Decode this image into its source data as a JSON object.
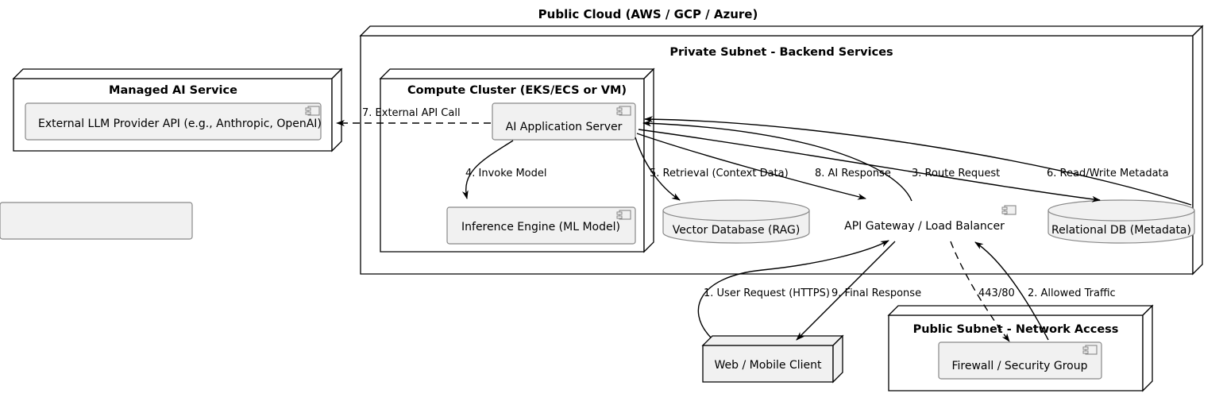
{
  "diagram": {
    "title": "Public Cloud (AWS / GCP / Azure)",
    "type": "uml-deployment-diagram"
  },
  "colors": {
    "node_fill": "#ffffff",
    "component_fill": "#f1f1f1",
    "component_border": "#888888",
    "line": "#000000",
    "db_fill": "#f1f1f1",
    "text": "#000000"
  },
  "nodes": [
    {
      "id": "managed-ai-service",
      "label": "Managed AI Service",
      "kind": "node-3d",
      "components": [
        {
          "id": "external-llm-provider-api",
          "label": "External LLM Provider API (e.g., Anthropic, OpenAI)",
          "kind": "component"
        }
      ]
    },
    {
      "id": "private-subnet",
      "label": "Private Subnet - Backend Services",
      "kind": "node-3d",
      "components": [
        {
          "id": "vector-database-rag",
          "label": "Vector Database (RAG)",
          "kind": "database"
        },
        {
          "id": "api-gateway-load-balancer",
          "label": "API Gateway / Load Balancer",
          "kind": "component"
        },
        {
          "id": "relational-db-metadata",
          "label": "Relational DB (Metadata)",
          "kind": "database"
        }
      ],
      "children": [
        {
          "id": "compute-cluster",
          "label": "Compute Cluster (EKS/ECS or VM)",
          "kind": "node-3d",
          "components": [
            {
              "id": "ai-application-server",
              "label": "AI Application Server",
              "kind": "component"
            },
            {
              "id": "inference-engine",
              "label": "Inference Engine (ML Model)",
              "kind": "component"
            }
          ]
        }
      ]
    },
    {
      "id": "web-mobile-client",
      "label": "Web / Mobile Client",
      "kind": "node-3d",
      "components": []
    },
    {
      "id": "public-subnet",
      "label": "Public Subnet - Network Access",
      "kind": "node-3d",
      "components": [
        {
          "id": "firewall-security-group",
          "label": "Firewall / Security Group",
          "kind": "component"
        }
      ]
    }
  ],
  "edges": [
    {
      "id": "edge-1",
      "label": "1. User Request (HTTPS)",
      "from": "web-mobile-client",
      "to": "api-gateway-load-balancer",
      "style": "solid"
    },
    {
      "id": "edge-2",
      "label": "2. Allowed Traffic",
      "from": "firewall-security-group",
      "to": "api-gateway-load-balancer",
      "style": "solid"
    },
    {
      "id": "edge-3",
      "label": "3. Route Request",
      "from": "api-gateway-load-balancer",
      "to": "ai-application-server",
      "style": "solid"
    },
    {
      "id": "edge-4",
      "label": "4. Invoke Model",
      "from": "ai-application-server",
      "to": "inference-engine",
      "style": "solid"
    },
    {
      "id": "edge-5",
      "label": "5. Retrieval (Context Data)",
      "from": "ai-application-server",
      "to": "vector-database-rag",
      "style": "solid"
    },
    {
      "id": "edge-6",
      "label": "6. Read/Write Metadata",
      "from": "ai-application-server",
      "to": "relational-db-metadata",
      "style": "solid"
    },
    {
      "id": "edge-7",
      "label": "7. External API Call",
      "from": "ai-application-server",
      "to": "external-llm-provider-api",
      "style": "dashed"
    },
    {
      "id": "edge-8",
      "label": "8. AI Response",
      "from": "ai-application-server",
      "to": "api-gateway-load-balancer",
      "style": "solid"
    },
    {
      "id": "edge-9",
      "label": "9. Final Response",
      "from": "api-gateway-load-balancer",
      "to": "web-mobile-client",
      "style": "solid"
    },
    {
      "id": "edge-ports",
      "label": "443/80",
      "from": "api-gateway-load-balancer",
      "to": "firewall-security-group",
      "style": "dashed"
    }
  ]
}
